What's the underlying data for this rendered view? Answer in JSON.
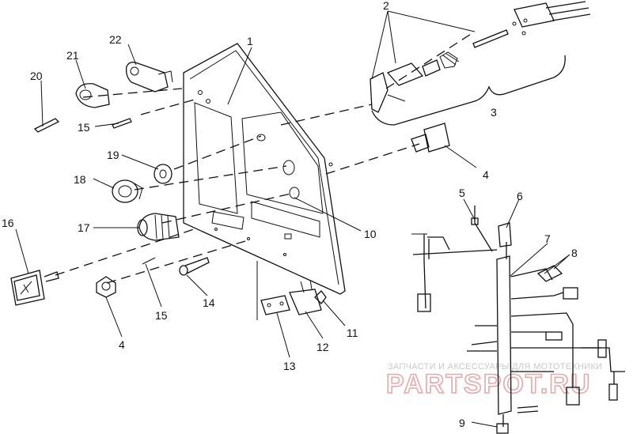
{
  "diagram": {
    "callouts": [
      {
        "id": "c1",
        "label": "1"
      },
      {
        "id": "c2",
        "label": "2"
      },
      {
        "id": "c3",
        "label": "3"
      },
      {
        "id": "c4a",
        "label": "4"
      },
      {
        "id": "c4b",
        "label": "4"
      },
      {
        "id": "c5",
        "label": "5"
      },
      {
        "id": "c6",
        "label": "6"
      },
      {
        "id": "c7",
        "label": "7"
      },
      {
        "id": "c8",
        "label": "8"
      },
      {
        "id": "c9",
        "label": "9"
      },
      {
        "id": "c10",
        "label": "10"
      },
      {
        "id": "c11",
        "label": "11"
      },
      {
        "id": "c12",
        "label": "12"
      },
      {
        "id": "c13",
        "label": "13"
      },
      {
        "id": "c14",
        "label": "14"
      },
      {
        "id": "c15a",
        "label": "15"
      },
      {
        "id": "c15b",
        "label": "15"
      },
      {
        "id": "c16",
        "label": "16"
      },
      {
        "id": "c17",
        "label": "17"
      },
      {
        "id": "c18",
        "label": "18"
      },
      {
        "id": "c19",
        "label": "19"
      },
      {
        "id": "c20",
        "label": "20"
      },
      {
        "id": "c21",
        "label": "21"
      },
      {
        "id": "c22",
        "label": "22"
      }
    ]
  },
  "watermark": {
    "caption": "ЗАПЧАСТИ И АКСЕССУАРЫ ДЛЯ МОТОТЕХНИКИ",
    "brand": "PARTSPOT.RU",
    "color": "#e8a8a8"
  }
}
